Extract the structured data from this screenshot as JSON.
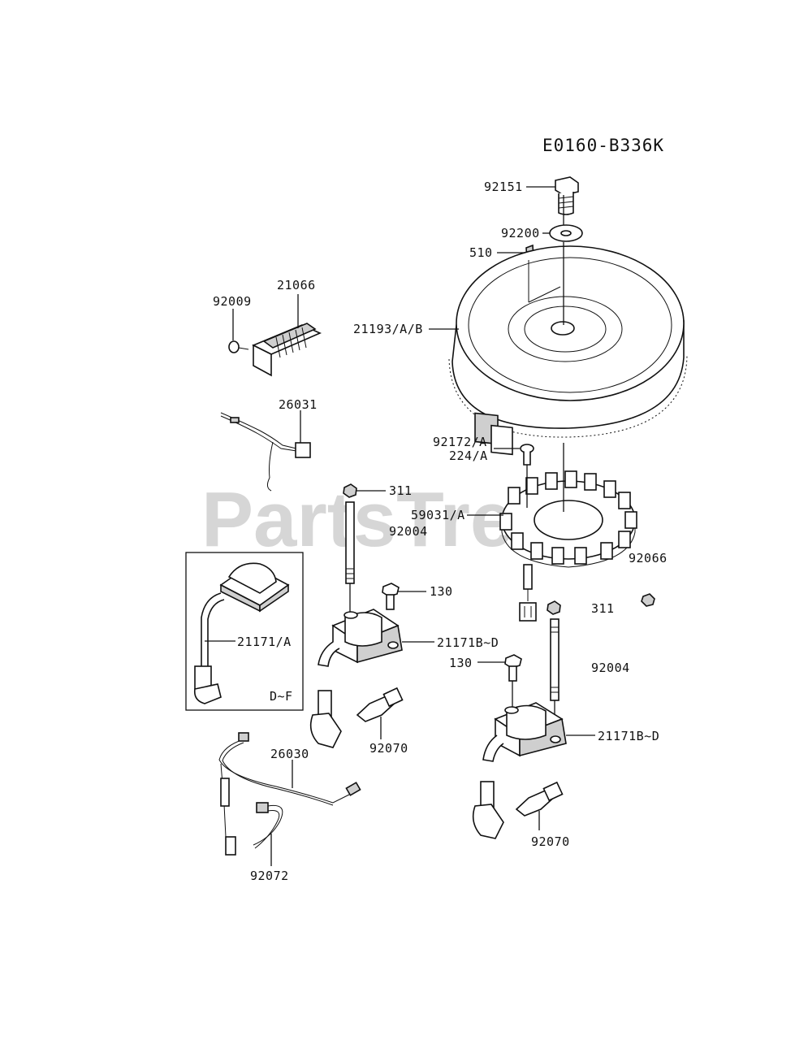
{
  "diagram": {
    "code": "E0160-B336K",
    "watermark": "PartsTree",
    "watermark_mark": "™",
    "callouts": {
      "p92151": "92151",
      "p92200": "92200",
      "p510": "510",
      "p21193": "21193/A/B",
      "p21066": "21066",
      "p92009": "92009",
      "p26031": "26031",
      "p92172": "92172/A",
      "p224": "224/A",
      "p311a": "311",
      "p59031": "59031/A",
      "p92004a": "92004",
      "p92066": "92066",
      "p21171a": "21171/A",
      "p130a": "130",
      "p21171b1": "21171B~D",
      "p311b": "311",
      "p130b": "130",
      "p92004b": "92004",
      "inset": "D~F",
      "p92070a": "92070",
      "p26030": "26030",
      "p21171b2": "21171B~D",
      "p92070b": "92070",
      "p92072": "92072"
    }
  }
}
